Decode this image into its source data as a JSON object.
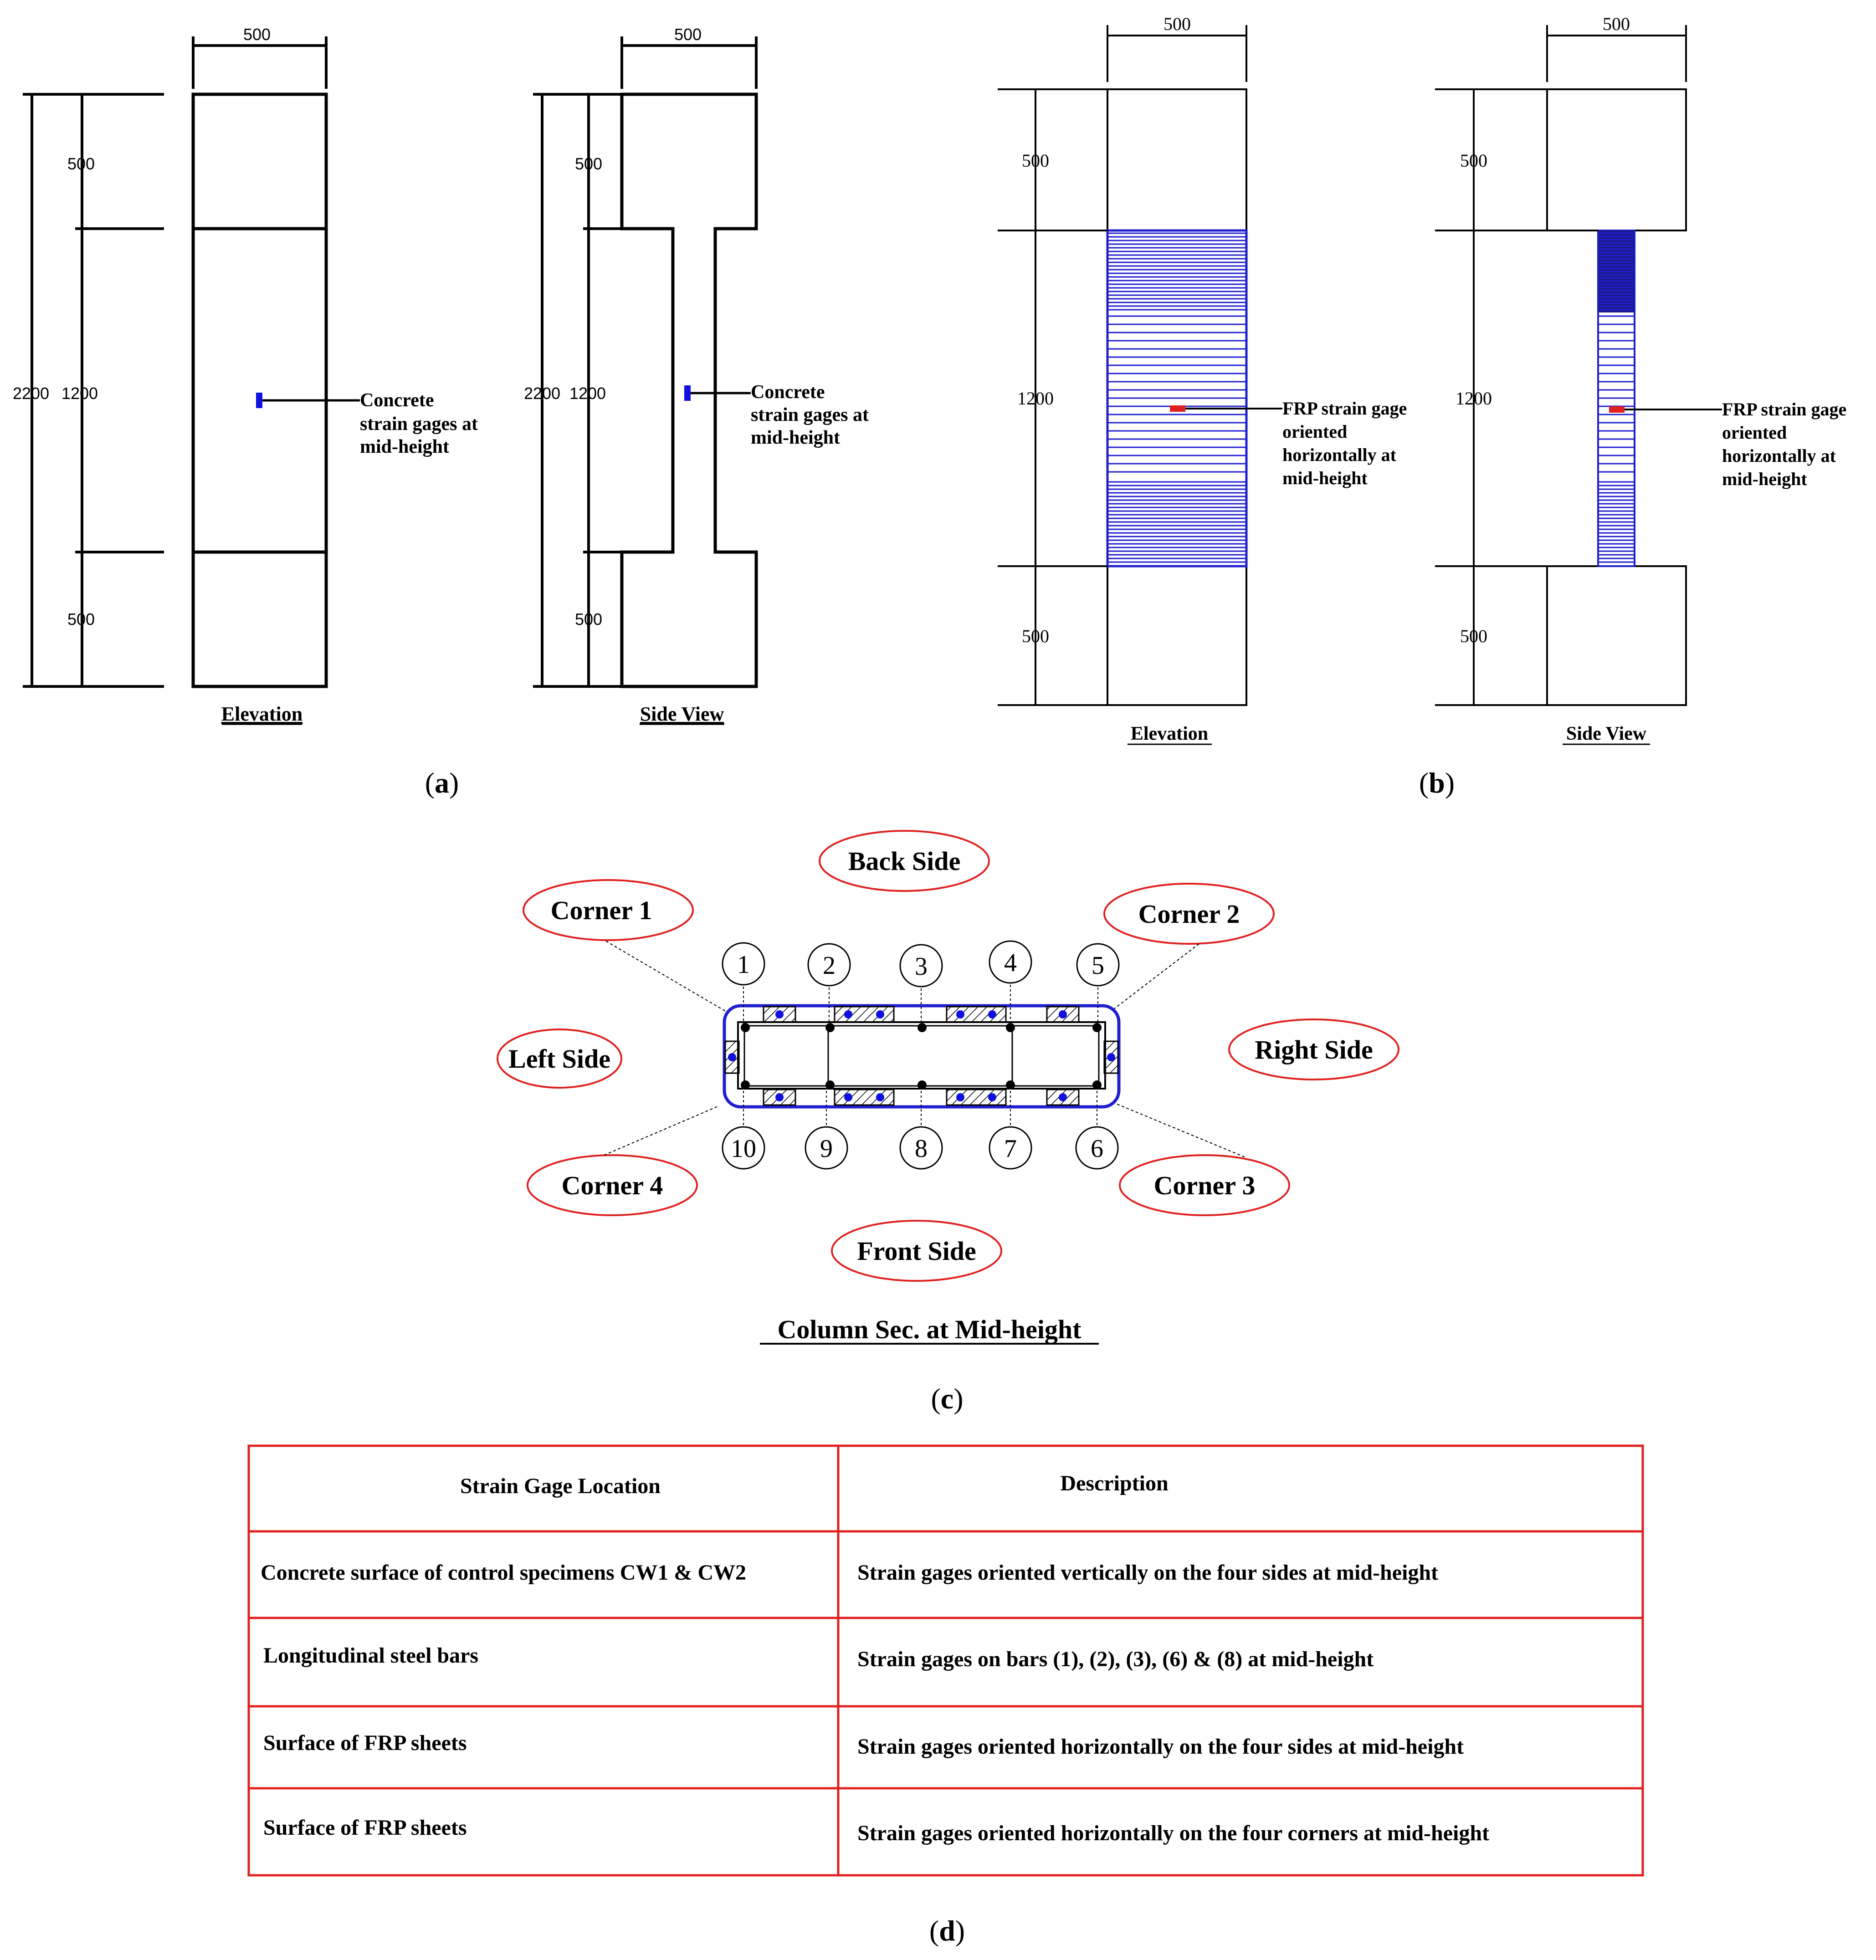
{
  "panel_a": {
    "label_open": "(",
    "label_letter": "a",
    "label_close": ")",
    "dim_width": "500",
    "dim_total": "2200",
    "dim_top": "500",
    "dim_mid": "1200",
    "dim_bottom": "500",
    "gage_note": [
      "Concrete",
      "strain gages at",
      "mid-height"
    ],
    "view_elevation": "Elevation",
    "view_side": "Side View"
  },
  "panel_b": {
    "label_open": "(",
    "label_letter": "b",
    "label_close": ")",
    "dim_width": "500",
    "dim_top": "500",
    "dim_mid": "1200",
    "dim_bottom": "500",
    "gage_note": [
      "FRP strain gage",
      "oriented",
      "horizontally at",
      "mid-height"
    ],
    "view_elevation": "Elevation",
    "view_side": "Side View"
  },
  "panel_c": {
    "label_open": "(",
    "label_letter": "c",
    "label_close": ")",
    "title": "Column Sec. at Mid-height",
    "back_side": "Back Side",
    "front_side": "Front Side",
    "left_side": "Left Side",
    "right_side": "Right Side",
    "corner_1": "Corner 1",
    "corner_2": "Corner 2",
    "corner_3": "Corner 3",
    "corner_4": "Corner 4",
    "bars_top": [
      "1",
      "2",
      "3",
      "4",
      "5"
    ],
    "bars_bottom": [
      "10",
      "9",
      "8",
      "7",
      "6"
    ]
  },
  "panel_d": {
    "label_open": "(",
    "label_letter": "d",
    "label_close": ")",
    "headers": [
      "Strain Gage Location",
      "Description"
    ],
    "rows": [
      [
        "Concrete surface of control specimens CW1 & CW2",
        "Strain gages oriented vertically on the four sides at mid-height"
      ],
      [
        "Longitudinal steel bars",
        "Strain gages on bars (1), (2), (3), (6) & (8) at mid-height"
      ],
      [
        "Surface of FRP sheets",
        "Strain gages oriented horizontally on the four sides at mid-height"
      ],
      [
        "Surface of FRP sheets",
        "Strain gages oriented horizontally on the four corners at mid-height"
      ]
    ]
  },
  "colors": {
    "line": "#000000",
    "wrap_blue": "#1f1fd0",
    "wrap_dense": "#1a1a8c",
    "gage_red": "#e02020",
    "gage_blue": "#1010e0",
    "ellipse_red": "#e02020",
    "table_red": "#e02020"
  }
}
